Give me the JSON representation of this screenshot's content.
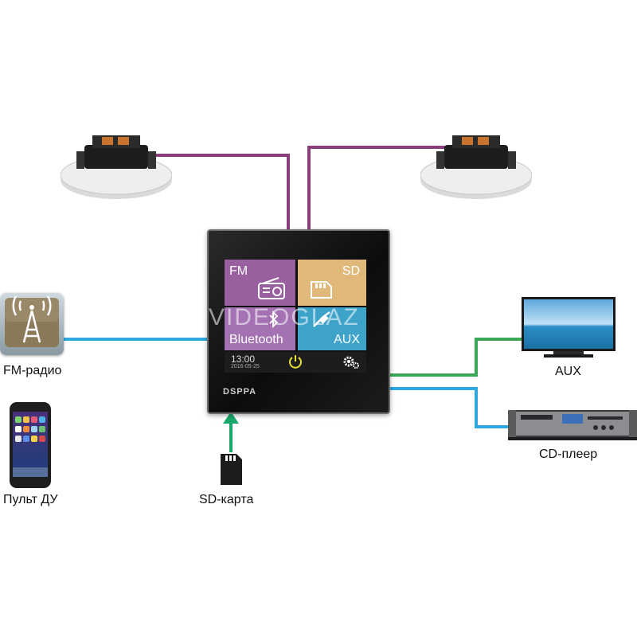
{
  "labels": {
    "fm_radio": "FM-радио",
    "remote": "Пульт ДУ",
    "sd_card": "SD-карта",
    "aux": "AUX",
    "cd_player": "CD-плеер"
  },
  "panel": {
    "tiles": {
      "fm": "FM",
      "sd": "SD",
      "bluetooth": "Bluetooth",
      "aux": "AUX"
    },
    "time": "13:00",
    "date": "2016-05-25",
    "brand": "DSPPA"
  },
  "watermark": "VIDEOGLAZ",
  "colors": {
    "speaker_wire": "#8a3d7c",
    "fm_wire": "#2fa8e0",
    "aux_wire": "#3aa857",
    "cd_wire": "#2fa8e0",
    "sd_arrow": "#1aa86a",
    "tile_fm": "#9a5f9f",
    "tile_sd": "#e0b97a",
    "tile_bluetooth": "#a472b3",
    "tile_aux": "#3ea3c9"
  },
  "icons": {
    "fm_source": "radio-tower-icon",
    "remote": "smartphone-icon",
    "sd": "sd-card-icon",
    "aux": "tv-icon",
    "cd": "cd-player-icon",
    "speaker": "ceiling-speaker-icon"
  }
}
